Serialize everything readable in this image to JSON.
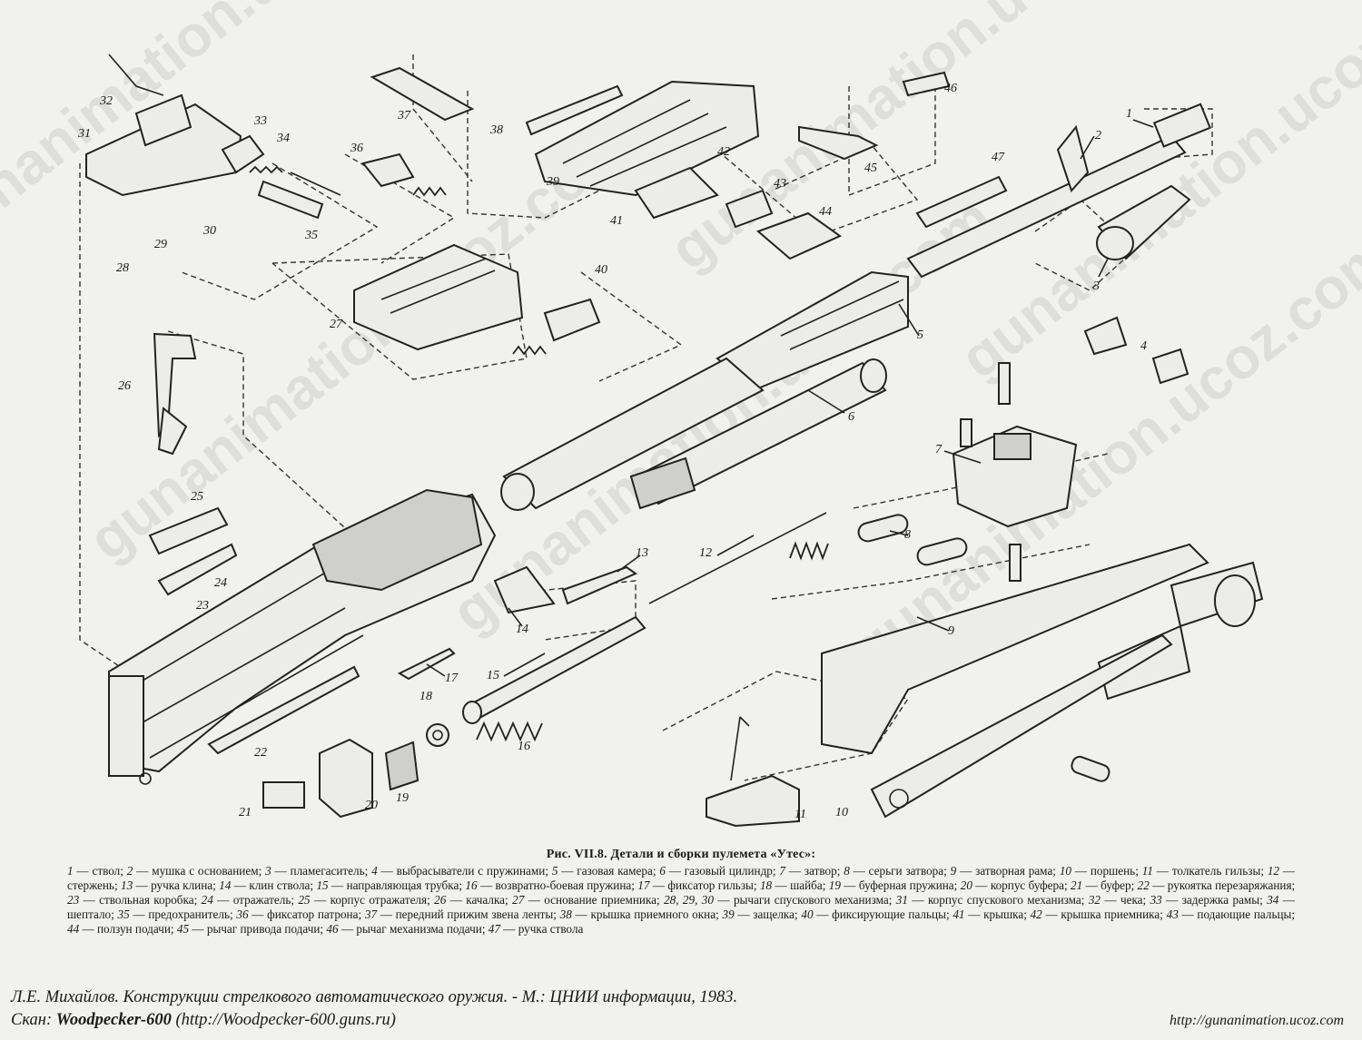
{
  "figure": {
    "title": "Рис. VII.8. Детали и сборки пулемета «Утес»:",
    "legend": [
      {
        "n": "1",
        "text": "ствол"
      },
      {
        "n": "2",
        "text": "мушка с основанием"
      },
      {
        "n": "3",
        "text": "пламегаситель"
      },
      {
        "n": "4",
        "text": "выбрасыватели с пружинами"
      },
      {
        "n": "5",
        "text": "газовая камера"
      },
      {
        "n": "6",
        "text": "газовый цилиндр"
      },
      {
        "n": "7",
        "text": "затвор"
      },
      {
        "n": "8",
        "text": "серьги затвора"
      },
      {
        "n": "9",
        "text": "затворная рама"
      },
      {
        "n": "10",
        "text": "поршень"
      },
      {
        "n": "11",
        "text": "толкатель гильзы"
      },
      {
        "n": "12",
        "text": "стержень"
      },
      {
        "n": "13",
        "text": "ручка клина"
      },
      {
        "n": "14",
        "text": "клин ствола"
      },
      {
        "n": "15",
        "text": "направляющая трубка"
      },
      {
        "n": "16",
        "text": "возвратно-боевая пружина"
      },
      {
        "n": "17",
        "text": "фиксатор гильзы"
      },
      {
        "n": "18",
        "text": "шайба"
      },
      {
        "n": "19",
        "text": "буферная пружина"
      },
      {
        "n": "20",
        "text": "корпус буфера"
      },
      {
        "n": "21",
        "text": "буфер"
      },
      {
        "n": "22",
        "text": "рукоятка перезаряжания"
      },
      {
        "n": "23",
        "text": "ствольная коробка"
      },
      {
        "n": "24",
        "text": "отражатель"
      },
      {
        "n": "25",
        "text": "корпус отражателя"
      },
      {
        "n": "26",
        "text": "качалка"
      },
      {
        "n": "27",
        "text": "основание приемника"
      },
      {
        "n": "28, 29, 30",
        "text": "рычаги спускового механизма"
      },
      {
        "n": "31",
        "text": "корпус спускового механизма"
      },
      {
        "n": "32",
        "text": "чека"
      },
      {
        "n": "33",
        "text": "задержка рамы"
      },
      {
        "n": "34",
        "text": "шептало"
      },
      {
        "n": "35",
        "text": "предохранитель"
      },
      {
        "n": "36",
        "text": "фиксатор патрона"
      },
      {
        "n": "37",
        "text": "передний прижим звена ленты"
      },
      {
        "n": "38",
        "text": "крышка приемного окна"
      },
      {
        "n": "39",
        "text": "защелка"
      },
      {
        "n": "40",
        "text": "фиксирующие пальцы"
      },
      {
        "n": "41",
        "text": "крышка"
      },
      {
        "n": "42",
        "text": "крышка приемника"
      },
      {
        "n": "43",
        "text": "подающие пальцы"
      },
      {
        "n": "44",
        "text": "ползун подачи"
      },
      {
        "n": "45",
        "text": "рычаг привода подачи"
      },
      {
        "n": "46",
        "text": "рычаг механизма подачи"
      },
      {
        "n": "47",
        "text": "ручка ствола"
      }
    ]
  },
  "callouts": [
    "1",
    "2",
    "3",
    "4",
    "5",
    "6",
    "7",
    "8",
    "9",
    "10",
    "11",
    "12",
    "13",
    "14",
    "15",
    "16",
    "17",
    "18",
    "19",
    "20",
    "21",
    "22",
    "23",
    "24",
    "25",
    "26",
    "27",
    "28",
    "29",
    "30",
    "31",
    "32",
    "33",
    "34",
    "35",
    "36",
    "37",
    "38",
    "39",
    "40",
    "41",
    "42",
    "43",
    "44",
    "45",
    "46",
    "47"
  ],
  "source": {
    "reference": "Л.Е. Михайлов. Конструкции стрелкового автоматического оружия. - М.: ЦНИИ информации, 1983.",
    "scan_prefix": "Скан:",
    "scan_name": "Woodpecker-600",
    "scan_url": "(http://Woodpecker-600.guns.ru)",
    "site": "http://gunanimation.ucoz.com"
  },
  "watermark": "gunanimation.ucoz.com"
}
